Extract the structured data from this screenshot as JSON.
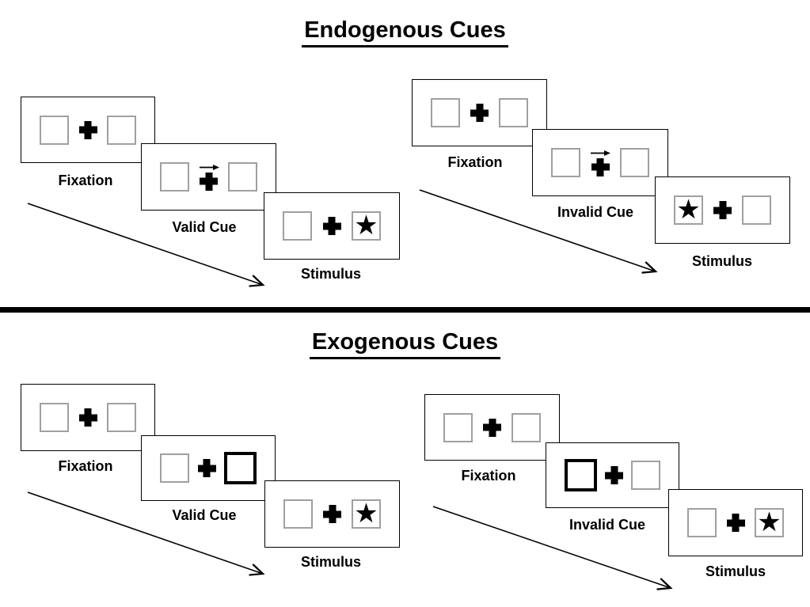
{
  "diagram": {
    "background": "#ffffff",
    "glyphs": {
      "star": "★"
    },
    "colors": {
      "ink": "#000000",
      "panel_border": "#000000",
      "box_border": "#a0a0a0",
      "cue_box_border": "#000000",
      "divider": "#000000"
    },
    "sections": {
      "endogenous": {
        "title": "Endogenous Cues",
        "trials": {
          "valid": {
            "cue_type": "central-arrow-right",
            "target_side": "right",
            "frames": [
              {
                "label": "Fixation"
              },
              {
                "label": "Valid Cue"
              },
              {
                "label": "Stimulus"
              }
            ]
          },
          "invalid": {
            "cue_type": "central-arrow-right",
            "target_side": "left",
            "frames": [
              {
                "label": "Fixation"
              },
              {
                "label": "Invalid Cue"
              },
              {
                "label": "Stimulus"
              }
            ]
          }
        }
      },
      "exogenous": {
        "title": "Exogenous Cues",
        "trials": {
          "valid": {
            "cue_type": "peripheral-box-right",
            "target_side": "right",
            "frames": [
              {
                "label": "Fixation"
              },
              {
                "label": "Valid Cue"
              },
              {
                "label": "Stimulus"
              }
            ]
          },
          "invalid": {
            "cue_type": "peripheral-box-left",
            "target_side": "right",
            "frames": [
              {
                "label": "Fixation"
              },
              {
                "label": "Invalid Cue"
              },
              {
                "label": "Stimulus"
              }
            ]
          }
        }
      }
    }
  }
}
